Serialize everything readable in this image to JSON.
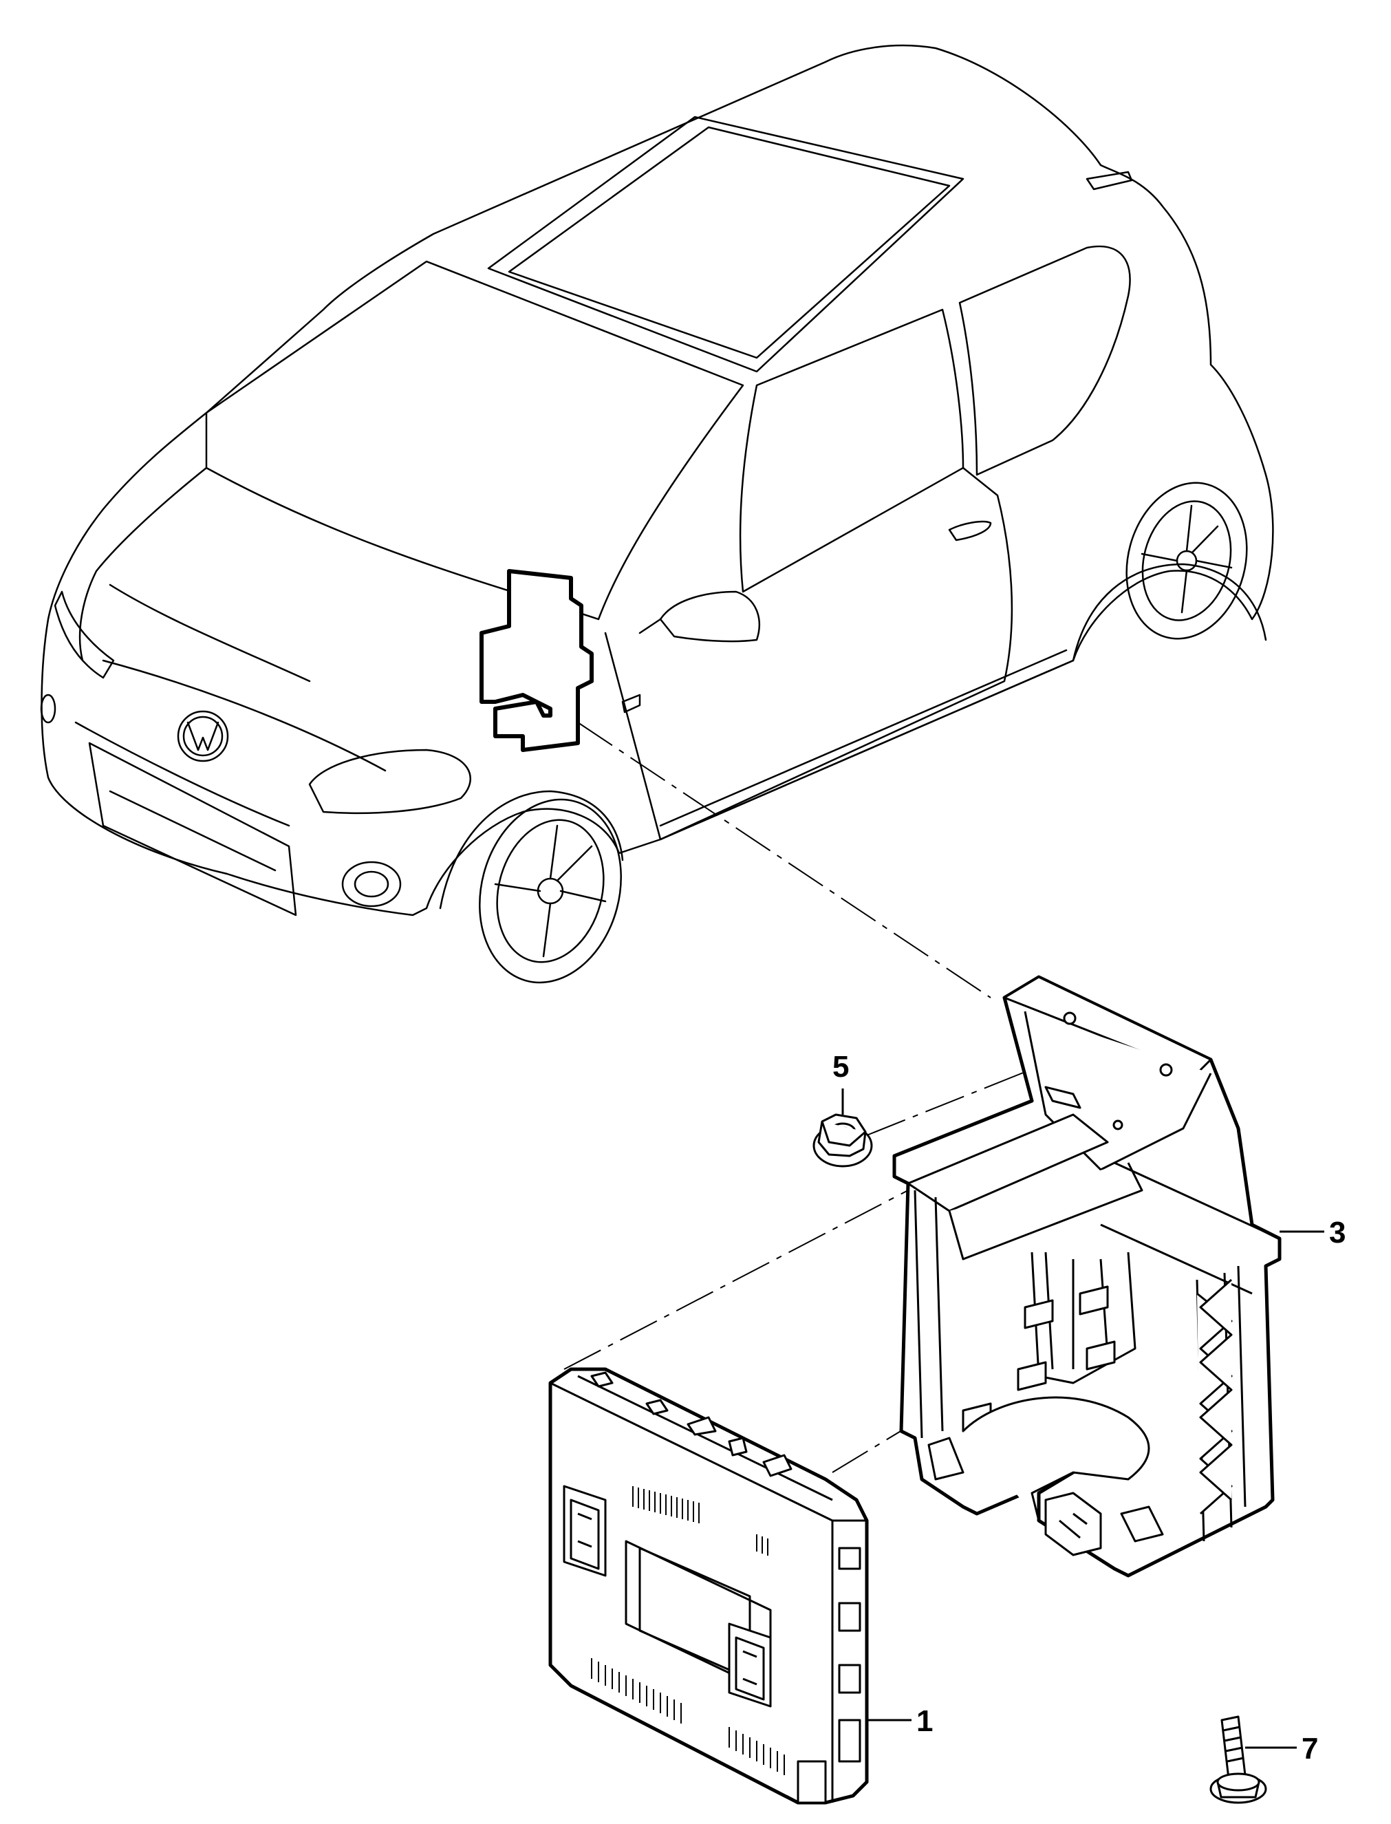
{
  "diagram": {
    "type": "exploded-parts-view",
    "colors": {
      "background": "#ffffff",
      "line": "#000000"
    },
    "callouts": [
      {
        "id": "callout-1",
        "label": "1"
      },
      {
        "id": "callout-3",
        "label": "3"
      },
      {
        "id": "callout-5",
        "label": "5"
      },
      {
        "id": "callout-7",
        "label": "7"
      }
    ]
  }
}
